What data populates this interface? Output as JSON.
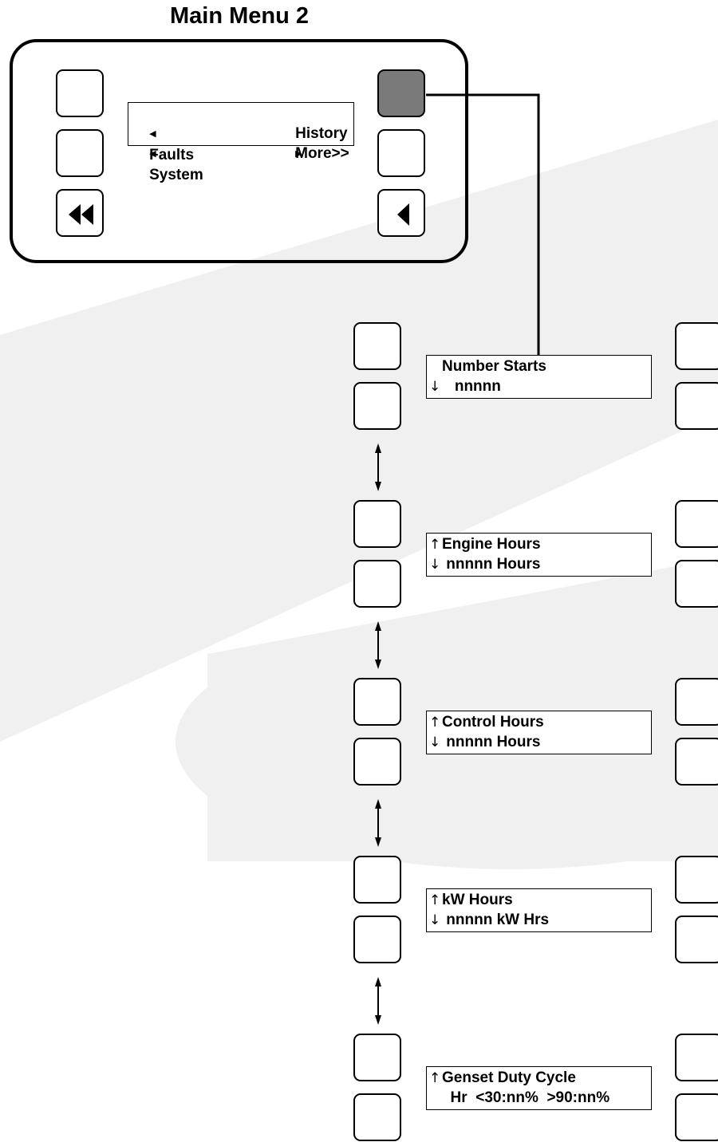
{
  "title": "Main Menu 2",
  "main_menu": {
    "left_line1": "Faults",
    "right_line1": "History",
    "left_line2": "System",
    "right_line2": "More>>"
  },
  "screens": [
    {
      "line1": "Number Starts",
      "line2": "   nnnnn",
      "up": "",
      "down": "↓"
    },
    {
      "line1": "Engine Hours",
      "line2": " nnnnn Hours",
      "up": "↑",
      "down": "↓"
    },
    {
      "line1": "Control Hours",
      "line2": " nnnnn Hours",
      "up": "↑",
      "down": "↓"
    },
    {
      "line1": "kW Hours",
      "line2": " nnnnn kW Hrs",
      "up": "↑",
      "down": "↓"
    },
    {
      "line1": "Genset Duty Cycle",
      "line2": "  Hr  <30:nn%  >90:nn%",
      "up": "↑",
      "down": ""
    }
  ],
  "icons": {
    "triangle_left": "◀",
    "triangle_right": "▶",
    "double_back": "double-left-triangle-icon",
    "back": "left-triangle-icon",
    "updown": "up-down-arrow-icon"
  },
  "colors": {
    "active_key": "#7a7a7a",
    "watermark": "#f0f0f0",
    "line": "#000000"
  }
}
